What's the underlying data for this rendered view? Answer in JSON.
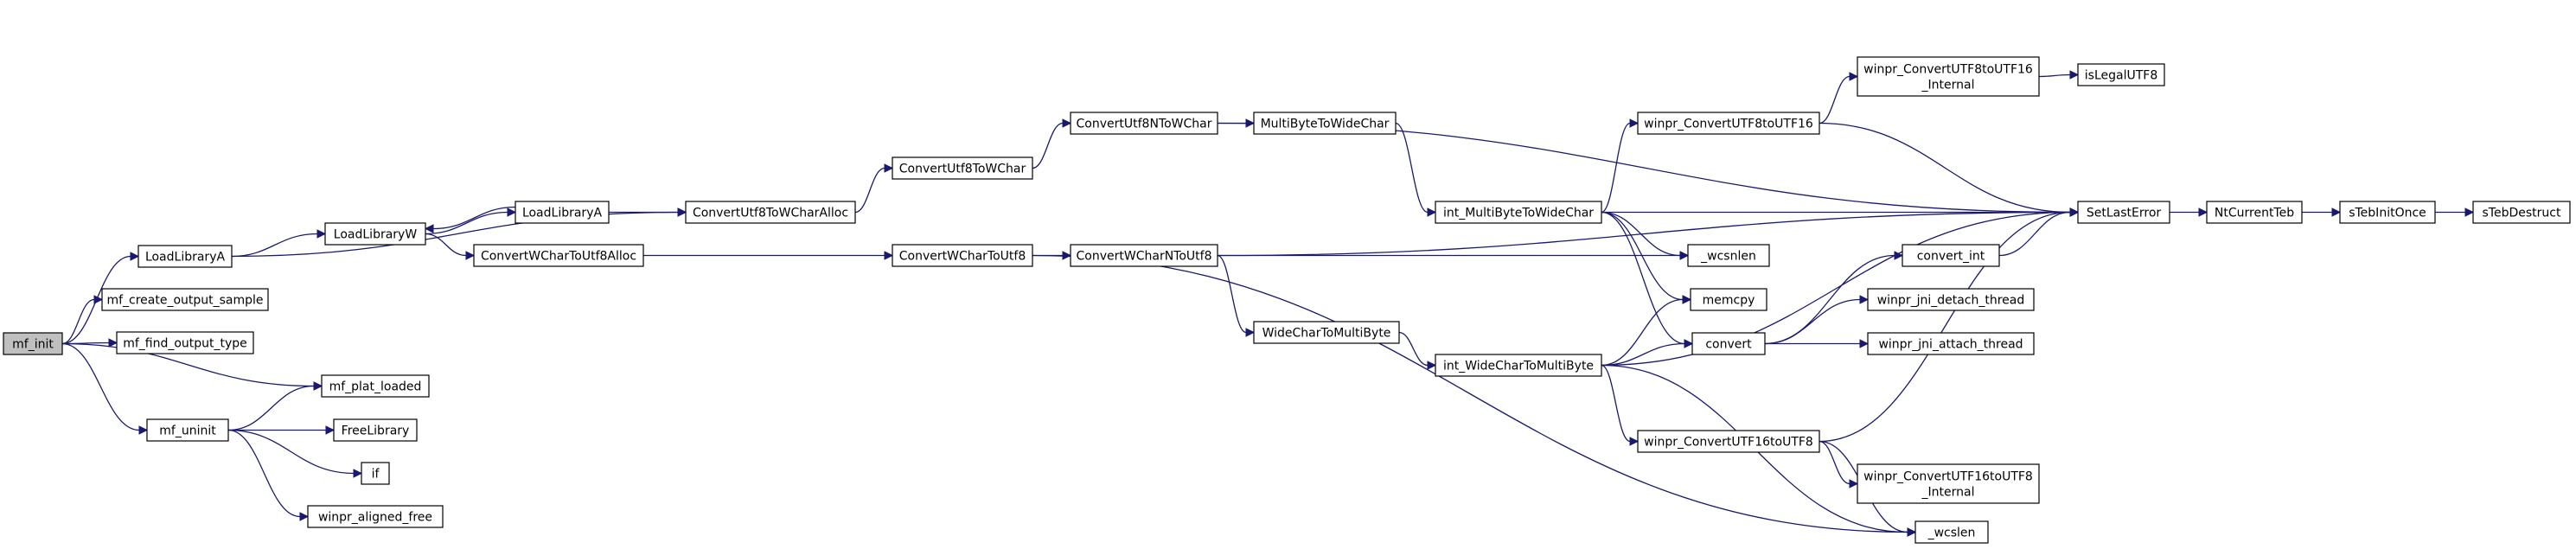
{
  "edge_color": "#191970",
  "root_fill": "#bfbfbf",
  "nodes": [
    {
      "id": "mf_init",
      "lines": [
        "mf_init"
      ]
    },
    {
      "id": "LoadLibraryA_1",
      "lines": [
        "LoadLibraryA"
      ]
    },
    {
      "id": "mf_create_output_sample",
      "lines": [
        "mf_create_output_sample"
      ]
    },
    {
      "id": "mf_find_output_type",
      "lines": [
        "mf_find_output_type"
      ]
    },
    {
      "id": "mf_plat_loaded",
      "lines": [
        "mf_plat_loaded"
      ]
    },
    {
      "id": "mf_uninit",
      "lines": [
        "mf_uninit"
      ]
    },
    {
      "id": "FreeLibrary",
      "lines": [
        "FreeLibrary"
      ]
    },
    {
      "id": "if",
      "lines": [
        "if"
      ]
    },
    {
      "id": "winpr_aligned_free",
      "lines": [
        "winpr_aligned_free"
      ]
    },
    {
      "id": "LoadLibraryW",
      "lines": [
        "LoadLibraryW"
      ]
    },
    {
      "id": "LoadLibraryA_2",
      "lines": [
        "LoadLibraryA"
      ]
    },
    {
      "id": "ConvertWCharToUtf8Alloc",
      "lines": [
        "ConvertWCharToUtf8Alloc"
      ]
    },
    {
      "id": "ConvertUtf8ToWCharAlloc",
      "lines": [
        "ConvertUtf8ToWCharAlloc"
      ]
    },
    {
      "id": "ConvertUtf8ToWChar",
      "lines": [
        "ConvertUtf8ToWChar"
      ]
    },
    {
      "id": "ConvertUtf8NToWChar",
      "lines": [
        "ConvertUtf8NToWChar"
      ]
    },
    {
      "id": "MultiByteToWideChar",
      "lines": [
        "MultiByteToWideChar"
      ]
    },
    {
      "id": "ConvertWCharToUtf8",
      "lines": [
        "ConvertWCharToUtf8"
      ]
    },
    {
      "id": "ConvertWCharNToUtf8",
      "lines": [
        "ConvertWCharNToUtf8"
      ]
    },
    {
      "id": "WideCharToMultiByte",
      "lines": [
        "WideCharToMultiByte"
      ]
    },
    {
      "id": "int_MultiByteToWideChar",
      "lines": [
        "int_MultiByteToWideChar"
      ]
    },
    {
      "id": "int_WideCharToMultiByte",
      "lines": [
        "int_WideCharToMultiByte"
      ]
    },
    {
      "id": "winpr_ConvertUTF8toUTF16",
      "lines": [
        "winpr_ConvertUTF8toUTF16"
      ]
    },
    {
      "id": "winpr_ConvertUTF8toUTF16_Internal",
      "lines": [
        "winpr_ConvertUTF8toUTF16",
        "_Internal"
      ]
    },
    {
      "id": "isLegalUTF8",
      "lines": [
        "isLegalUTF8"
      ]
    },
    {
      "id": "_wcsnlen",
      "lines": [
        "_wcsnlen"
      ]
    },
    {
      "id": "memcpy",
      "lines": [
        "memcpy"
      ]
    },
    {
      "id": "convert",
      "lines": [
        "convert"
      ]
    },
    {
      "id": "convert_int",
      "lines": [
        "convert_int"
      ]
    },
    {
      "id": "winpr_jni_detach_thread",
      "lines": [
        "winpr_jni_detach_thread"
      ]
    },
    {
      "id": "winpr_jni_attach_thread",
      "lines": [
        "winpr_jni_attach_thread"
      ]
    },
    {
      "id": "winpr_ConvertUTF16toUTF8",
      "lines": [
        "winpr_ConvertUTF16toUTF8"
      ]
    },
    {
      "id": "winpr_ConvertUTF16toUTF8_Internal",
      "lines": [
        "winpr_ConvertUTF16toUTF8",
        "_Internal"
      ]
    },
    {
      "id": "_wcslen",
      "lines": [
        "_wcslen"
      ]
    },
    {
      "id": "SetLastError",
      "lines": [
        "SetLastError"
      ]
    },
    {
      "id": "NtCurrentTeb",
      "lines": [
        "NtCurrentTeb"
      ]
    },
    {
      "id": "sTebInitOnce",
      "lines": [
        "sTebInitOnce"
      ]
    },
    {
      "id": "sTebDestruct",
      "lines": [
        "sTebDestruct"
      ]
    }
  ],
  "edges": [
    [
      "mf_init",
      "LoadLibraryA_1"
    ],
    [
      "mf_init",
      "mf_create_output_sample"
    ],
    [
      "mf_init",
      "mf_find_output_type"
    ],
    [
      "mf_init",
      "mf_plat_loaded"
    ],
    [
      "mf_init",
      "mf_uninit"
    ],
    [
      "LoadLibraryA_1",
      "LoadLibraryW"
    ],
    [
      "LoadLibraryA_1",
      "ConvertUtf8ToWCharAlloc"
    ],
    [
      "LoadLibraryW",
      "LoadLibraryA_2"
    ],
    [
      "LoadLibraryW",
      "ConvertWCharToUtf8Alloc"
    ],
    [
      "LoadLibraryA_2",
      "LoadLibraryW"
    ],
    [
      "LoadLibraryA_2",
      "ConvertUtf8ToWCharAlloc"
    ],
    [
      "ConvertWCharToUtf8Alloc",
      "ConvertWCharToUtf8"
    ],
    [
      "ConvertUtf8ToWCharAlloc",
      "ConvertUtf8ToWChar"
    ],
    [
      "ConvertUtf8ToWChar",
      "ConvertUtf8NToWChar"
    ],
    [
      "ConvertUtf8NToWChar",
      "MultiByteToWideChar"
    ],
    [
      "ConvertUtf8NToWChar",
      "SetLastError"
    ],
    [
      "MultiByteToWideChar",
      "int_MultiByteToWideChar"
    ],
    [
      "ConvertWCharToUtf8",
      "ConvertWCharNToUtf8"
    ],
    [
      "ConvertWCharToUtf8",
      "_wcslen"
    ],
    [
      "ConvertWCharNToUtf8",
      "SetLastError"
    ],
    [
      "ConvertWCharNToUtf8",
      "_wcsnlen"
    ],
    [
      "ConvertWCharNToUtf8",
      "WideCharToMultiByte"
    ],
    [
      "WideCharToMultiByte",
      "int_WideCharToMultiByte"
    ],
    [
      "int_MultiByteToWideChar",
      "winpr_ConvertUTF8toUTF16"
    ],
    [
      "int_MultiByteToWideChar",
      "SetLastError"
    ],
    [
      "int_MultiByteToWideChar",
      "_wcsnlen"
    ],
    [
      "int_MultiByteToWideChar",
      "memcpy"
    ],
    [
      "int_MultiByteToWideChar",
      "convert"
    ],
    [
      "int_WideCharToMultiByte",
      "memcpy"
    ],
    [
      "int_WideCharToMultiByte",
      "convert"
    ],
    [
      "int_WideCharToMultiByte",
      "SetLastError"
    ],
    [
      "int_WideCharToMultiByte",
      "winpr_ConvertUTF16toUTF8"
    ],
    [
      "int_WideCharToMultiByte",
      "_wcslen"
    ],
    [
      "winpr_ConvertUTF8toUTF16",
      "winpr_ConvertUTF8toUTF16_Internal"
    ],
    [
      "winpr_ConvertUTF8toUTF16",
      "SetLastError"
    ],
    [
      "winpr_ConvertUTF8toUTF16_Internal",
      "isLegalUTF8"
    ],
    [
      "convert",
      "convert_int"
    ],
    [
      "convert",
      "winpr_jni_detach_thread"
    ],
    [
      "convert",
      "winpr_jni_attach_thread"
    ],
    [
      "convert_int",
      "SetLastError"
    ],
    [
      "winpr_ConvertUTF16toUTF8",
      "winpr_ConvertUTF16toUTF8_Internal"
    ],
    [
      "winpr_ConvertUTF16toUTF8",
      "_wcslen"
    ],
    [
      "winpr_ConvertUTF16toUTF8",
      "SetLastError"
    ],
    [
      "SetLastError",
      "NtCurrentTeb"
    ],
    [
      "NtCurrentTeb",
      "sTebInitOnce"
    ],
    [
      "sTebInitOnce",
      "sTebDestruct"
    ],
    [
      "mf_uninit",
      "mf_plat_loaded"
    ],
    [
      "mf_uninit",
      "FreeLibrary"
    ],
    [
      "mf_uninit",
      "if"
    ],
    [
      "mf_uninit",
      "winpr_aligned_free"
    ]
  ]
}
